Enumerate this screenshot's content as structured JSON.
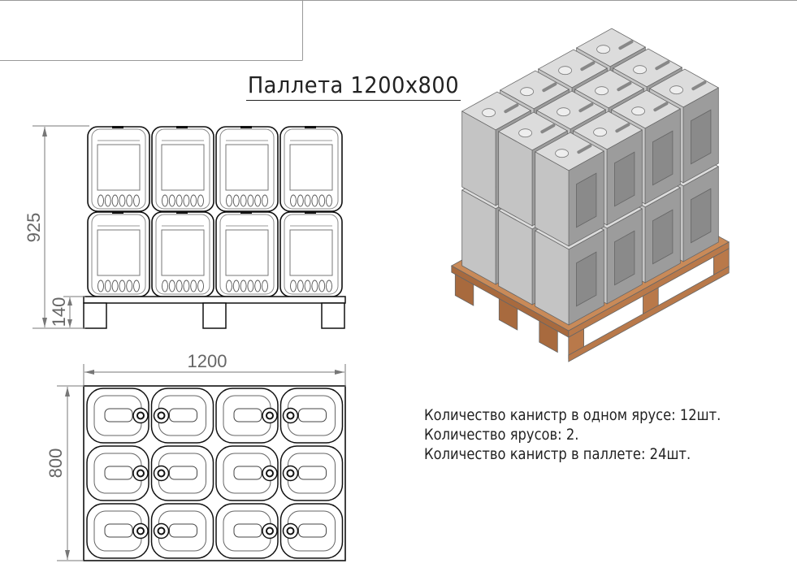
{
  "title": "Паллета 1200x800",
  "side_view": {
    "height_label": "925",
    "pallet_height_label": "140"
  },
  "top_view": {
    "length_label": "1200",
    "width_label": "800"
  },
  "info": [
    "Количество канистр в одном ярусе: 12шт.",
    "Количество ярусов: 2.",
    "Количество канистр в паллете: 24шт."
  ],
  "colors": {
    "line": "#111111",
    "dimension": "#666666",
    "wood": "#b9794a",
    "canister": "#c4c4c4"
  }
}
